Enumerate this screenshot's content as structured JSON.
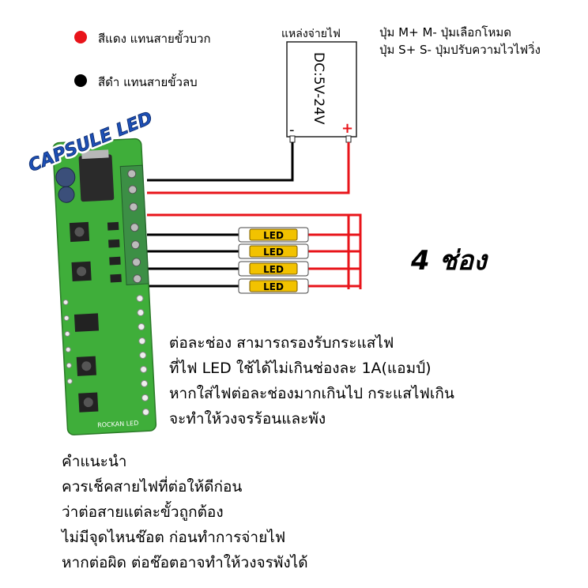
{
  "legend": {
    "positive": {
      "color": "#e8141a",
      "text": "สีแดง แทนสายขั้วบวก"
    },
    "negative": {
      "color": "#000000",
      "text": "สีดำ แทนสายขั้วลบ"
    }
  },
  "brand_label": "CAPSULE LED",
  "power_supply": {
    "title": "แหล่งจ่ายไฟ",
    "voltage": "DC:5V-24V",
    "minus": "-",
    "plus": "+"
  },
  "buttons_note": [
    "ปุ่ม M+ M- ปุ่มเลือกโหมด",
    "ปุ่ม S+ S- ปุ่มปรับความไวไฟวิ่ง"
  ],
  "led_label": "LED",
  "led_count": 4,
  "channels_label": "4 ช่อง",
  "board_text": "ROCKAN LED",
  "spec_lines": [
    "ต่อละช่อง สามารถรองรับกระแสไฟ",
    "ที่ไฟ LED ใช้ได้ไม่เกินช่องละ 1A(แอมป์)",
    "หากใส่ไฟต่อละช่องมากเกินไป กระแสไฟเกิน",
    "จะทำให้วงจรร้อนและพัง"
  ],
  "advice": {
    "title": "คำแนะนำ",
    "lines": [
      "ควรเช็คสายไฟที่ต่อให้ดีก่อน",
      "ว่าต่อสายแต่ละขั้วถูกต้อง",
      "ไม่มีจุดไหนช๊อต ก่อนทำการจ่ายไฟ",
      "หากต่อผิด ต่อช๊อตอาจทำให้วงจรพังได้"
    ]
  },
  "colors": {
    "pcb": "#3fae3a",
    "terminal": "#3c8f45",
    "wire_positive": "#e8141a",
    "wire_negative": "#000000",
    "led_body": "#f2c200",
    "brand_fill": "#1d4fb5"
  }
}
